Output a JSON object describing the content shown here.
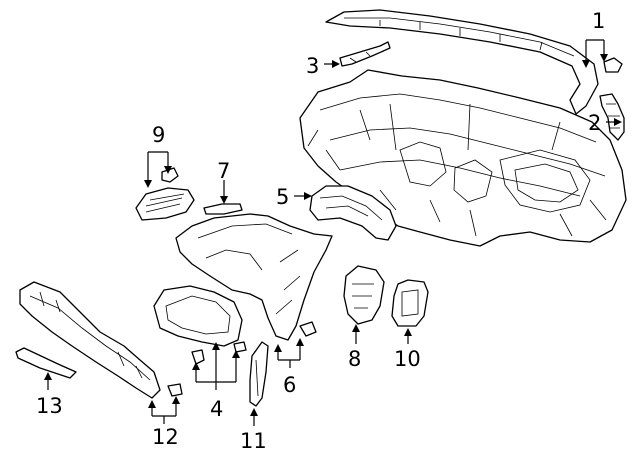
{
  "diagram": {
    "background": "#ffffff",
    "line_color": "#000000",
    "callouts": [
      "1",
      "2",
      "3",
      "5",
      "6",
      "7",
      "8",
      "9",
      "10",
      "11",
      "12",
      "13",
      "4"
    ]
  }
}
